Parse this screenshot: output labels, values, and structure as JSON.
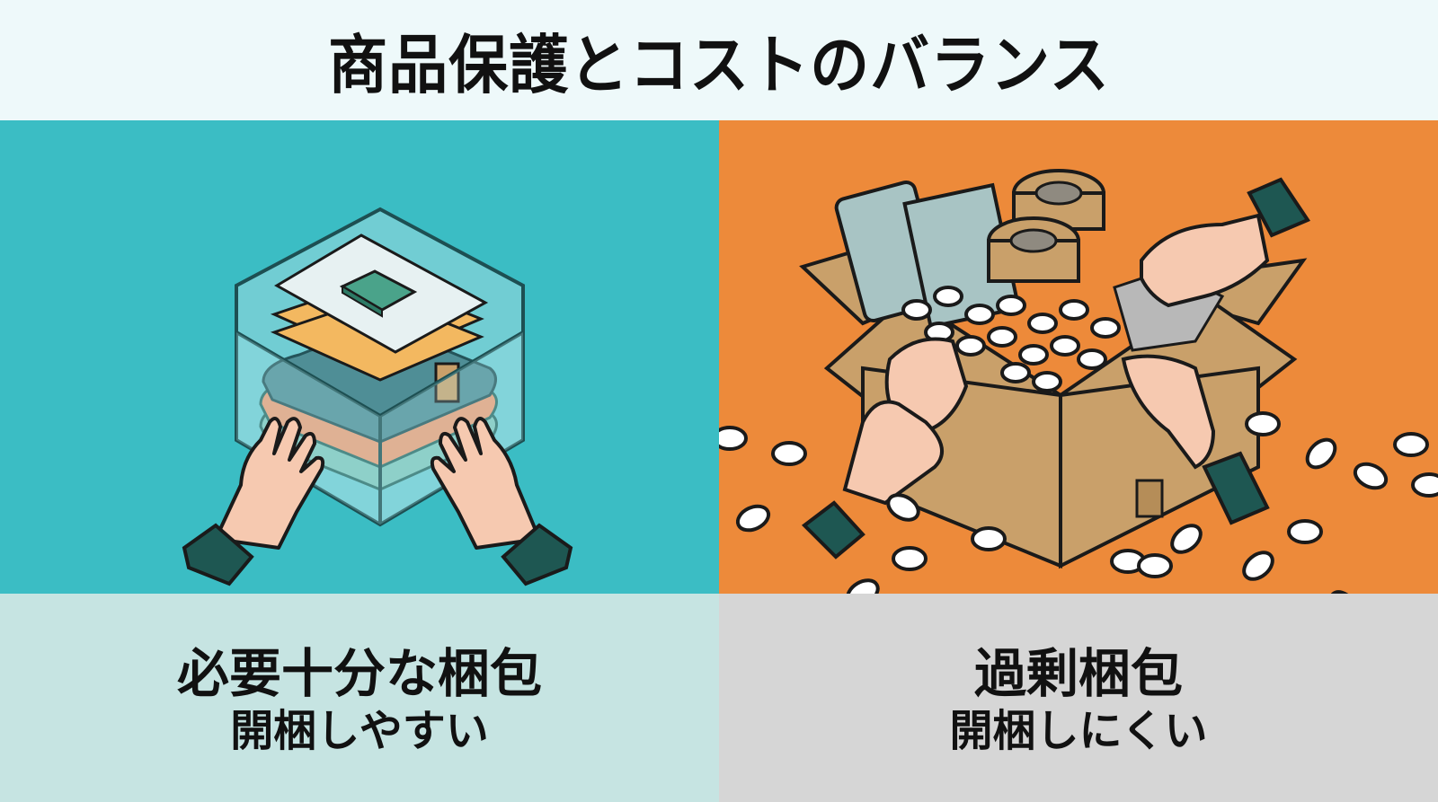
{
  "header": {
    "title": "商品保護とコストのバランス"
  },
  "panels": {
    "left": {
      "illustration": "clear-box-with-neatly-stacked-items-and-two-hands",
      "background_color": "#3bbdc4",
      "caption": {
        "main": "必要十分な梱包",
        "sub": "開梱しやすい"
      },
      "caption_background": "#c6e4e2"
    },
    "right": {
      "illustration": "cardboard-box-overflowing-with-packing-peanuts-tape-and-bubble-wrap-with-hands",
      "background_color": "#ed8a3a",
      "caption": {
        "main": "過剰梱包",
        "sub": "開梱しにくい"
      },
      "caption_background": "#d6d6d6"
    }
  },
  "colors": {
    "outline": "#1a1a1a",
    "sleeve": "#1e5752",
    "skin": "#f6c9b0",
    "cardboard": "#c9a06a",
    "peanut": "#ffffff"
  }
}
